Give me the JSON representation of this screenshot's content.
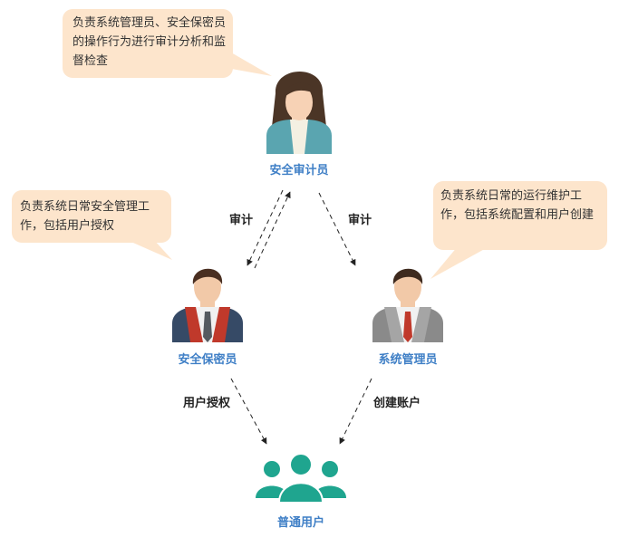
{
  "nodes": {
    "auditor": {
      "label": "安全审计员",
      "description": "负责系统管理员、安全保密员的操作行为进行审计分析和监督检查"
    },
    "security_officer": {
      "label": "安全保密员",
      "description": "负责系统日常安全管理工作，包括用户授权"
    },
    "system_admin": {
      "label": "系统管理员",
      "description": "负责系统日常的运行维护工作，包括系统配置和用户创建"
    },
    "users": {
      "label": "普通用户"
    }
  },
  "edges": {
    "audit_left": "审计",
    "audit_right": "审计",
    "authorize": "用户授权",
    "create_account": "创建账户"
  },
  "colors": {
    "bubble": "#fde5cc",
    "label_blue": "#3f7fc6",
    "teal": "#1fa58f",
    "auditor_shirt": "#5aa5b0",
    "security_suit": "#364a66",
    "admin_suit": "#8a8a8a"
  }
}
